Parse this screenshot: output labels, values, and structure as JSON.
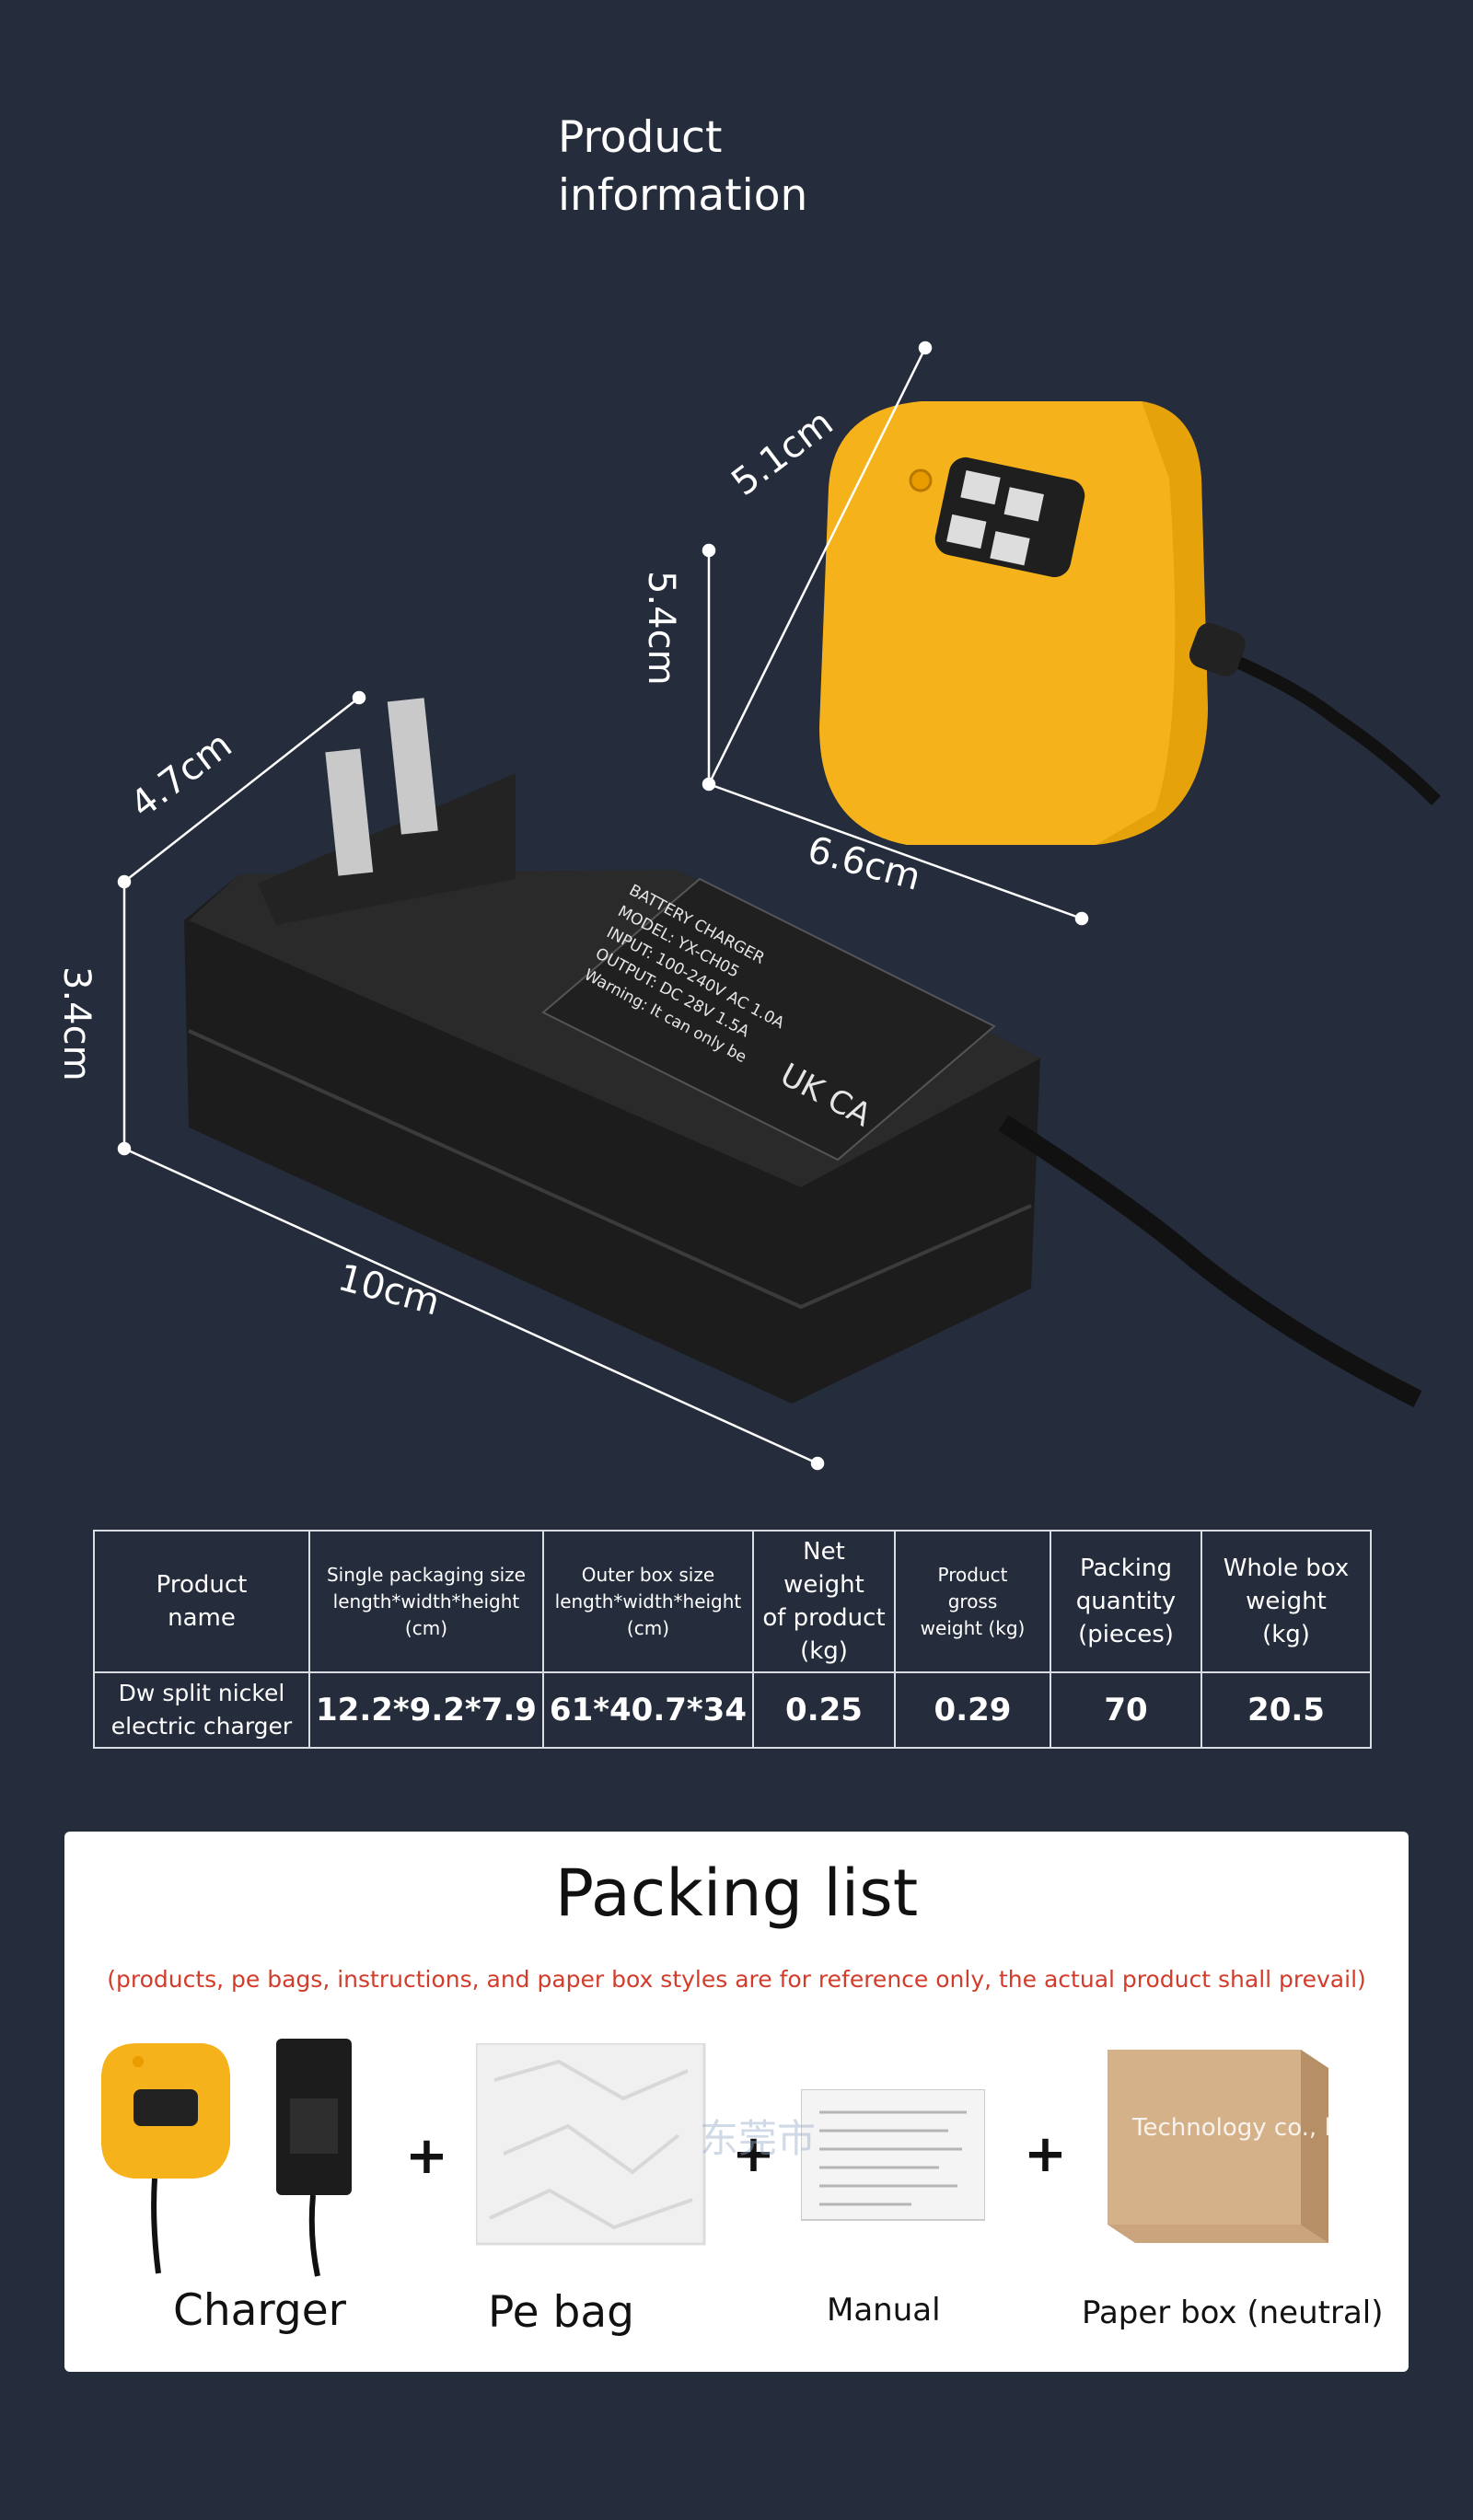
{
  "header": {
    "title": "Product\ninformation"
  },
  "dimensions": {
    "adapter_depth": "4.7cm",
    "adapter_height": "3.4cm",
    "adapter_length": "10cm",
    "charger_width": "5.1cm",
    "charger_height": "5.4cm",
    "charger_length": "6.6cm"
  },
  "spec_table": {
    "headers": [
      {
        "text": "Product\nname",
        "size": "big"
      },
      {
        "text": "Single packaging size\nlength*width*height\n(cm)",
        "size": "small"
      },
      {
        "text": "Outer box size\nlength*width*height\n(cm)",
        "size": "small"
      },
      {
        "text": "Net weight\nof product\n(kg)",
        "size": "big"
      },
      {
        "text": "Product\ngross\nweight (kg)",
        "size": "small"
      },
      {
        "text": "Packing\nquantity\n(pieces)",
        "size": "big"
      },
      {
        "text": "Whole box\nweight\n(kg)",
        "size": "big"
      }
    ],
    "row": {
      "name": "Dw split nickel\nelectric charger",
      "single_size": "12.2*9.2*7.9",
      "outer_size": "61*40.7*34",
      "net_weight": "0.25",
      "gross_weight": "0.29",
      "quantity": "70",
      "box_weight": "20.5"
    }
  },
  "packing_list": {
    "title": "Packing list",
    "note": "(products, pe bags, instructions, and paper box styles are for reference only, the actual product shall prevail)",
    "plus": "+",
    "items": [
      "Charger",
      "Pe bag",
      "Manual",
      "Paper box (neutral)"
    ],
    "watermark_cn": "东莞市",
    "watermark_en": "Technology co., ltd"
  },
  "colors": {
    "background": "#252c3c",
    "charger_yellow": "#f5b21a",
    "adapter_black": "#1b1b1b",
    "note_red": "#d23c2b"
  }
}
